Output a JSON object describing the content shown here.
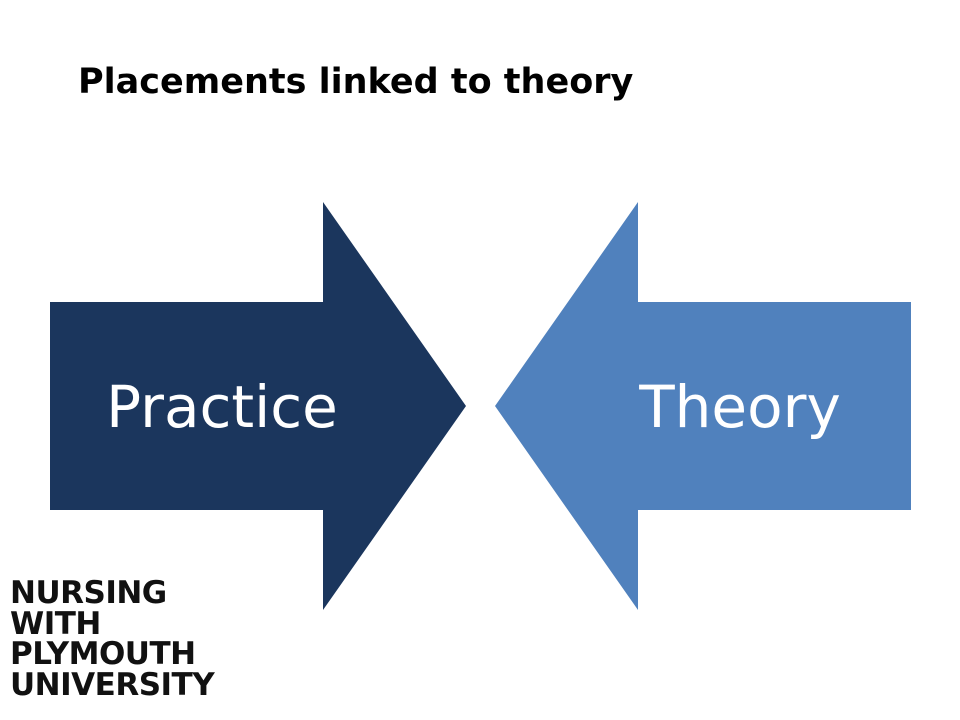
{
  "slide": {
    "title": "Placements linked to theory"
  },
  "diagram": {
    "left_arrow": {
      "label": "Practice",
      "color": "#1b365d"
    },
    "right_arrow": {
      "label": "Theory",
      "color": "#5081bd"
    }
  },
  "logo": {
    "lines": [
      "NURSING",
      "WITH",
      "PLYMOUTH",
      "UNIVERSITY"
    ],
    "color": "#111111"
  }
}
